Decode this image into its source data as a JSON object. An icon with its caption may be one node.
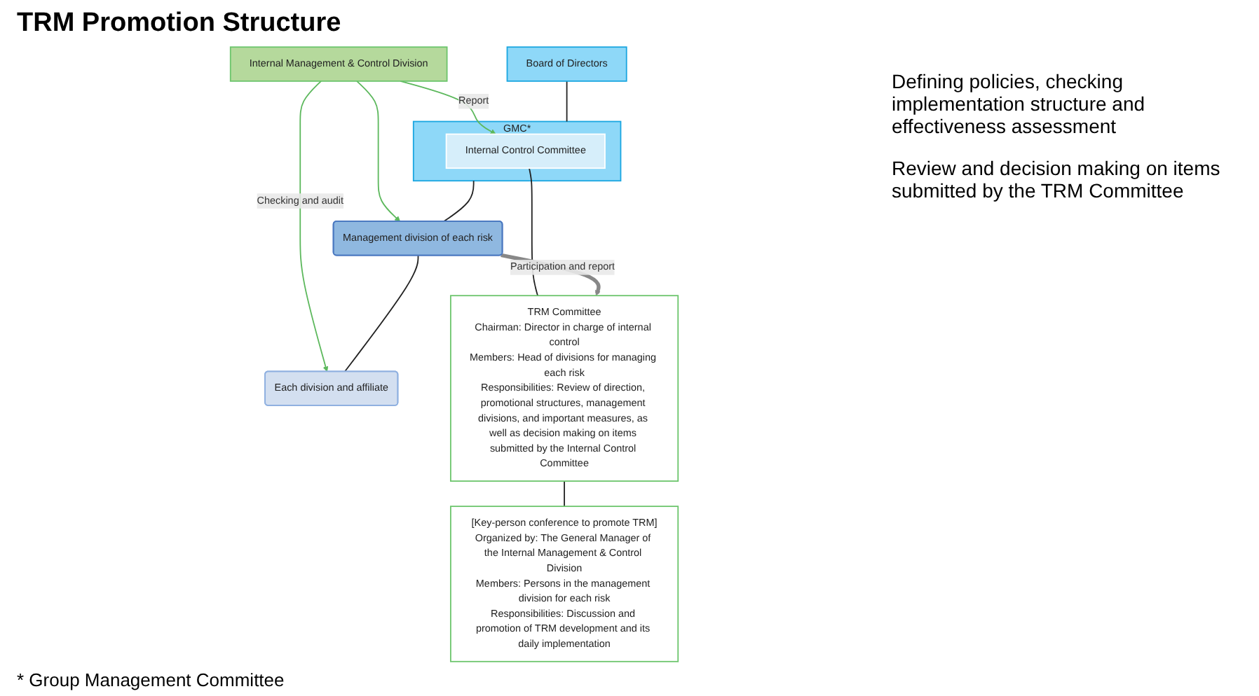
{
  "diagram": {
    "title": "TRM Promotion Structure",
    "nodes": [
      {
        "text": [
          "Board of Directors"
        ]
      },
      {
        "text": [
          "GMC*"
        ]
      },
      {
        "text": [
          "Internal Control Committee"
        ],
        "in": 1
      },
      {
        "text": [
          "Internal Management & Control Division"
        ]
      },
      {
        "text": [
          "Management division of each risk"
        ]
      },
      {
        "text": [
          "Each division and affiliate"
        ]
      },
      {
        "text": [
          "TRM Committee",
          "Chairman: Director in charge of internal control",
          "Members: Head of divisions for managing each risk",
          "Responsibilities: Review of direction, promotional structures, management divisions, and important measures, as well as decision making on items submitted by the Internal Control Committee"
        ]
      },
      {
        "text": [
          "[Key-person conference to promote TRM]",
          "Organized by: The General Manager of the Internal Management & Control Division",
          "Members: Persons in the management division for each risk",
          "Responsibilities: Discussion and promotion of TRM development and its daily implementation"
        ]
      }
    ],
    "edges": [
      {
        "from": 0,
        "to": 1,
        "arrow": "none"
      },
      {
        "from": 3,
        "to": 2,
        "arrow": "to",
        "label": "Report",
        "color": "#5cb85c"
      },
      {
        "from": 2,
        "to": 6,
        "arrow": "none"
      },
      {
        "from": 1,
        "to": 4,
        "arrow": "none"
      },
      {
        "from": 3,
        "to": 4,
        "arrow": "to",
        "color": "#5cb85c"
      },
      {
        "from": 3,
        "to": 5,
        "arrow": "to",
        "label": "Checking and audit",
        "color": "#5cb85c"
      },
      {
        "from": 4,
        "to": 5,
        "arrow": "none"
      },
      {
        "from": 4,
        "to": 6,
        "arrow": "to",
        "label": "Participation and report",
        "style": "thick",
        "color": "#888888"
      },
      {
        "from": 6,
        "to": 7,
        "arrow": "none"
      }
    ],
    "labels": [
      "Defining policies, checking implementation structure and effectiveness assessment",
      "Review and decision making on items submitted by the TRM Committee"
    ],
    "caption": "* Group Management Committee"
  }
}
